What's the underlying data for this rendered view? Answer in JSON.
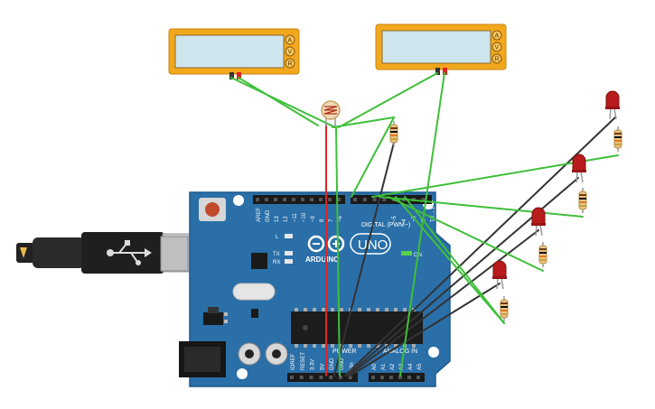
{
  "board": {
    "brand": "ARDUINO",
    "model": "UNO",
    "digital_header": "DIGITAL (PWM~)",
    "power_header": "POWER",
    "analog_header": "ANALOG IN",
    "on_label": "ON",
    "led_l": "L",
    "led_tx": "TX",
    "led_rx": "RX",
    "digital_pins": [
      "AREF",
      "GND",
      "13",
      "12",
      "~11",
      "~10",
      "~9",
      "8",
      "7",
      "~6",
      "~5",
      "4",
      "~3",
      "2",
      "TX→1",
      "RX←0"
    ],
    "power_pins": [
      "IOREF",
      "RESET",
      "3.3V",
      "5V",
      "GND",
      "GND",
      "Vin"
    ],
    "analog_pins": [
      "A0",
      "A1",
      "A2",
      "A3",
      "A4",
      "A5"
    ]
  },
  "multimeters": [
    {
      "mode_buttons": [
        "A",
        "V",
        "R"
      ],
      "display": ""
    },
    {
      "mode_buttons": [
        "A",
        "V",
        "R"
      ],
      "display": ""
    }
  ],
  "components": {
    "photoresistor": "photoresistor",
    "leds": 4,
    "resistors": 5
  },
  "colors": {
    "board": "#2a6fa8",
    "wire_green": "#3fbf3a",
    "wire_red": "#e02424",
    "wire_black": "#333333",
    "meter_body": "#f2a81d",
    "meter_screen": "#cfe5ee",
    "led": "#b81c1c"
  }
}
